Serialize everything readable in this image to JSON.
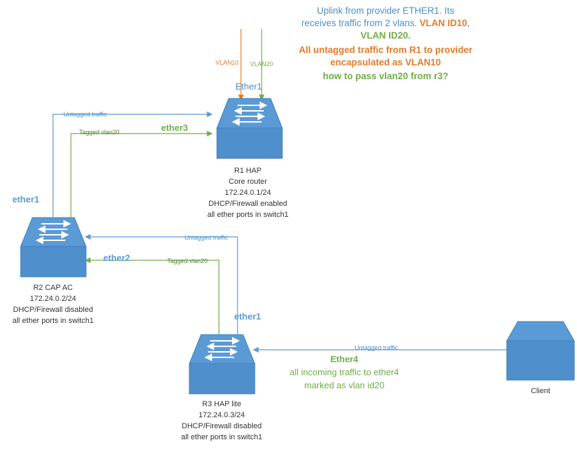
{
  "header_note": {
    "line1": "Uplink from provider ETHER1. Its",
    "line2_a": "receives traffic from  2 vlans. ",
    "line2_b": "VLAN ID10",
    "line2_c": ",",
    "line3": "VLAN ID20.",
    "line4": "All untagged traffic from R1 to provider",
    "line5": "encapsulated as VLAN10",
    "line6": "how to pass vlan20 from r3?"
  },
  "uplink": {
    "vlan10": "VLAN10",
    "vlan20": "VLAN20",
    "port": "Ether1"
  },
  "r1": {
    "lines": [
      "R1 HAP",
      "Core router",
      "172.24.0.1/24",
      "DHCP/Firewall enabled",
      "all ether ports in switch1"
    ],
    "port_ether3": "ether3"
  },
  "r2": {
    "lines": [
      "R2 CAP AC",
      "172.24.0.2/24",
      "DHCP/Firewall disabled",
      "all ether ports in switch1"
    ],
    "port_ether1": "ether1",
    "port_ether2": "ether2"
  },
  "r3": {
    "lines": [
      "R3 HAP lite",
      "172.24.0.3/24",
      "DHCP/Firewall disabled",
      "all ether ports in switch1"
    ],
    "port_ether1": "ether1",
    "ether4_title": "Ether4",
    "ether4_lines": [
      "all incoming traffic to ether4",
      "marked as vlan id20"
    ]
  },
  "client": {
    "label": "Client"
  },
  "links": {
    "r2_r1_untagged": "Untagged traffic",
    "r2_r1_tagged": "Tagged vlan20",
    "r3_r2_untagged": "Untagged traffic",
    "r3_r2_tagged": "Tagged vlan20",
    "client_r3_untagged": "Untagged traffic"
  },
  "colors": {
    "blue_text": "#4a90c8",
    "orange": "#e07b2a",
    "green": "#70ad47",
    "switch_top": "#5b9bd5",
    "switch_front": "#4f8fcb",
    "line_blue": "#5b9bd5"
  }
}
